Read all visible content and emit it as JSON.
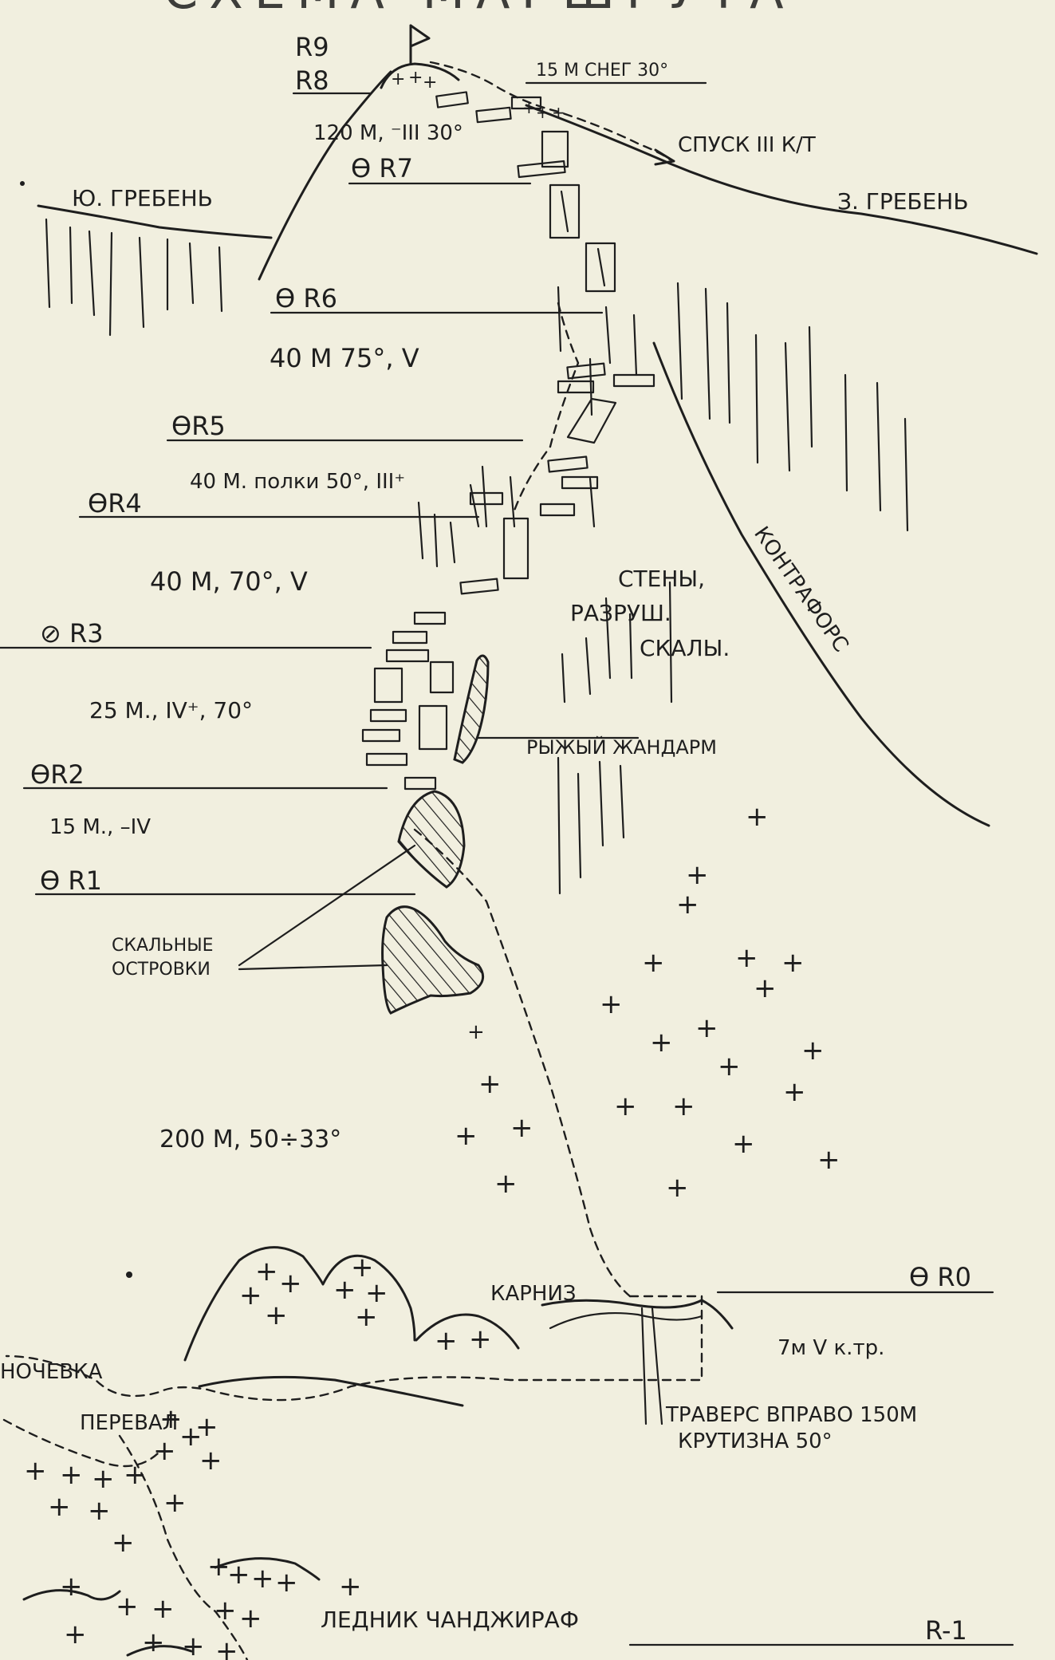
{
  "title_fragment": "СХЕМА МАРШРУТА",
  "stations": {
    "r9": "R9",
    "r8": "R8",
    "r7": "ϴ R7",
    "r6": "ϴ R6",
    "r5": "ϴR5",
    "r4": "ϴR4",
    "r3": "⊘ R3",
    "r2": "ϴR2",
    "r1": "ϴ R1",
    "r0": "ϴ R0",
    "rm1": "R-1"
  },
  "pitches": {
    "p_r8_r9": "15 М СНЕГ 30°",
    "p_r7_r8": "120 М, ⁻III 30°",
    "p_r6_r7": "40 М 75°, V",
    "p_r4_r5": "40 М.  полки 50°, III⁺",
    "p_r3_r4": "40 М, 70°, V",
    "p_r2_r3": "25 М., IV⁺, 70°",
    "p_r1_r2": "15 М., –IV",
    "p_r0_r1": "200 М, 50÷33°",
    "p_rm1_r0": "7м V к.тр."
  },
  "labels": {
    "descent": "СПУСК  III К/Т",
    "south_ridge": "Ю. ГРЕБЕНЬ",
    "west_ridge": "З. ГРЕБЕНЬ",
    "buttress": "КОНТРАФОРС",
    "walls_line1": "СТЕНЫ,",
    "walls_line2": "РАЗРУШ.",
    "walls_line3": "СКАЛЫ.",
    "red_gendarme": "РЫЖЫЙ ЖАНДАРМ",
    "islands_line1": "СКАЛЬНЫЕ",
    "islands_line2": "ОСТРОВКИ",
    "cornice": "КАРНИЗ",
    "bivouac": "НОЧЕВКА",
    "pass": "ПЕРЕВАЛ",
    "traverse_line1": "ТРАВЕРС ВПРАВО 150М",
    "traverse_line2": "КРУТИЗНА 50°",
    "glacier": "ЛЕДНИК  ЧАНДЖИРАФ"
  }
}
